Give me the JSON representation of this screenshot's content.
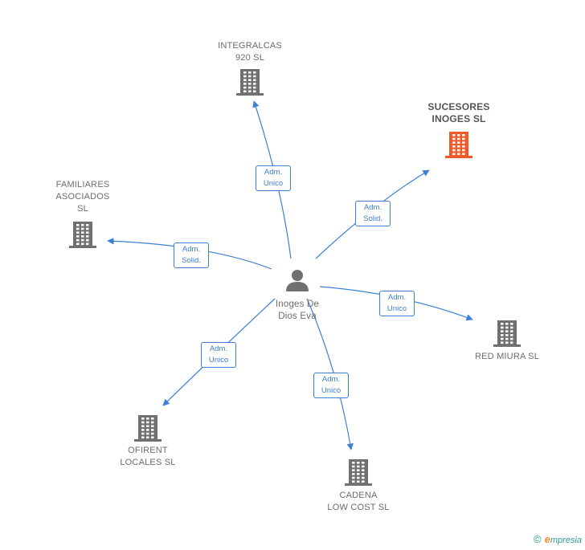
{
  "center": {
    "name": "Inoges De\nDios Eva",
    "icon": "person-icon"
  },
  "companies": [
    {
      "id": "integralcas",
      "name": "INTEGRALCAS\n920  SL",
      "highlight": false
    },
    {
      "id": "sucesores",
      "name": "SUCESORES\nINOGES  SL",
      "highlight": true
    },
    {
      "id": "familiares",
      "name": "FAMILIARES\nASOCIADOS\nSL",
      "highlight": false
    },
    {
      "id": "redmiura",
      "name": "RED MIURA SL",
      "highlight": false
    },
    {
      "id": "ofirent",
      "name": "OFIRENT\nLOCALES  SL",
      "highlight": false
    },
    {
      "id": "cadena",
      "name": "CADENA\nLOW COST SL",
      "highlight": false
    }
  ],
  "edges": [
    {
      "to": "integralcas",
      "role": "Adm.\nUnico"
    },
    {
      "to": "sucesores",
      "role": "Adm.\nSolid."
    },
    {
      "to": "familiares",
      "role": "Adm.\nSolid."
    },
    {
      "to": "redmiura",
      "role": "Adm.\nUnico"
    },
    {
      "to": "ofirent",
      "role": "Adm.\nUnico"
    },
    {
      "to": "cadena",
      "role": "Adm.\nUnico"
    }
  ],
  "colors": {
    "edge": "#3c7fd4",
    "building": "#707070",
    "highlight": "#f05a28"
  },
  "footer": {
    "copyright": "©",
    "brand_initial": "e",
    "brand_rest": "mpresia"
  }
}
